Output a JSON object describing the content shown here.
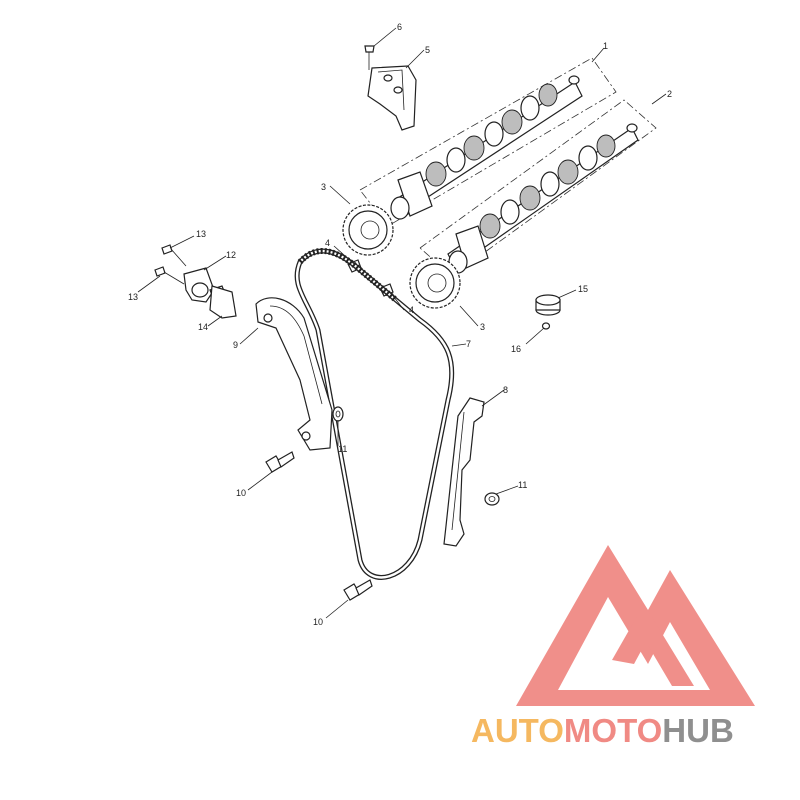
{
  "callouts": {
    "c1": "1",
    "c2": "2",
    "c3a": "3",
    "c3b": "3",
    "c4a": "4",
    "c4b": "4",
    "c5": "5",
    "c6": "6",
    "c7": "7",
    "c8": "8",
    "c9": "9",
    "c10a": "10",
    "c10b": "10",
    "c11a": "11",
    "c11b": "11",
    "c12": "12",
    "c13a": "13",
    "c13b": "13",
    "c14": "14",
    "c15": "15",
    "c16": "16"
  },
  "watermark": {
    "word_part1": "AUTO",
    "word_part2": "MOTO",
    "word_part3": "HUB",
    "color_part1": "#f5b860",
    "color_part2": "#f08a84",
    "color_part3": "#8f8f8f",
    "triangle_color": "#f08a84"
  }
}
